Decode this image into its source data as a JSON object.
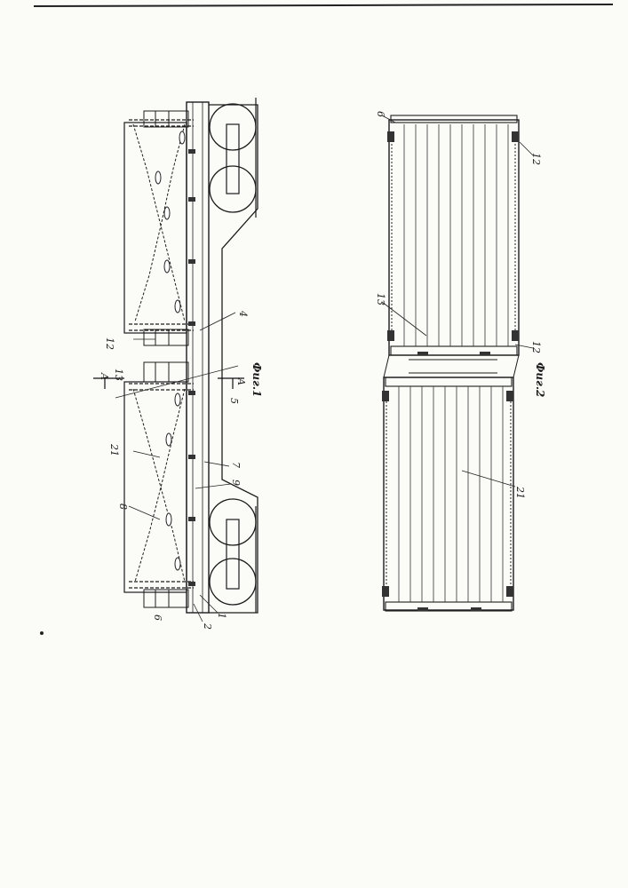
{
  "figures": [
    {
      "caption": "Фиг.1",
      "labels": {
        "l1": "1",
        "l2": "2",
        "l4": "4",
        "l5": "5",
        "l6": "6",
        "l7": "7",
        "l8": "8",
        "l9": "9",
        "l12": "12",
        "l13": "13",
        "l21": "21",
        "sectionA_top": "A",
        "sectionA_bottom": "A"
      }
    },
    {
      "caption": "Фиг.2",
      "labels": {
        "l6": "6",
        "l12a": "12",
        "l12b": "12",
        "l13": "13",
        "l21": "21"
      }
    }
  ]
}
